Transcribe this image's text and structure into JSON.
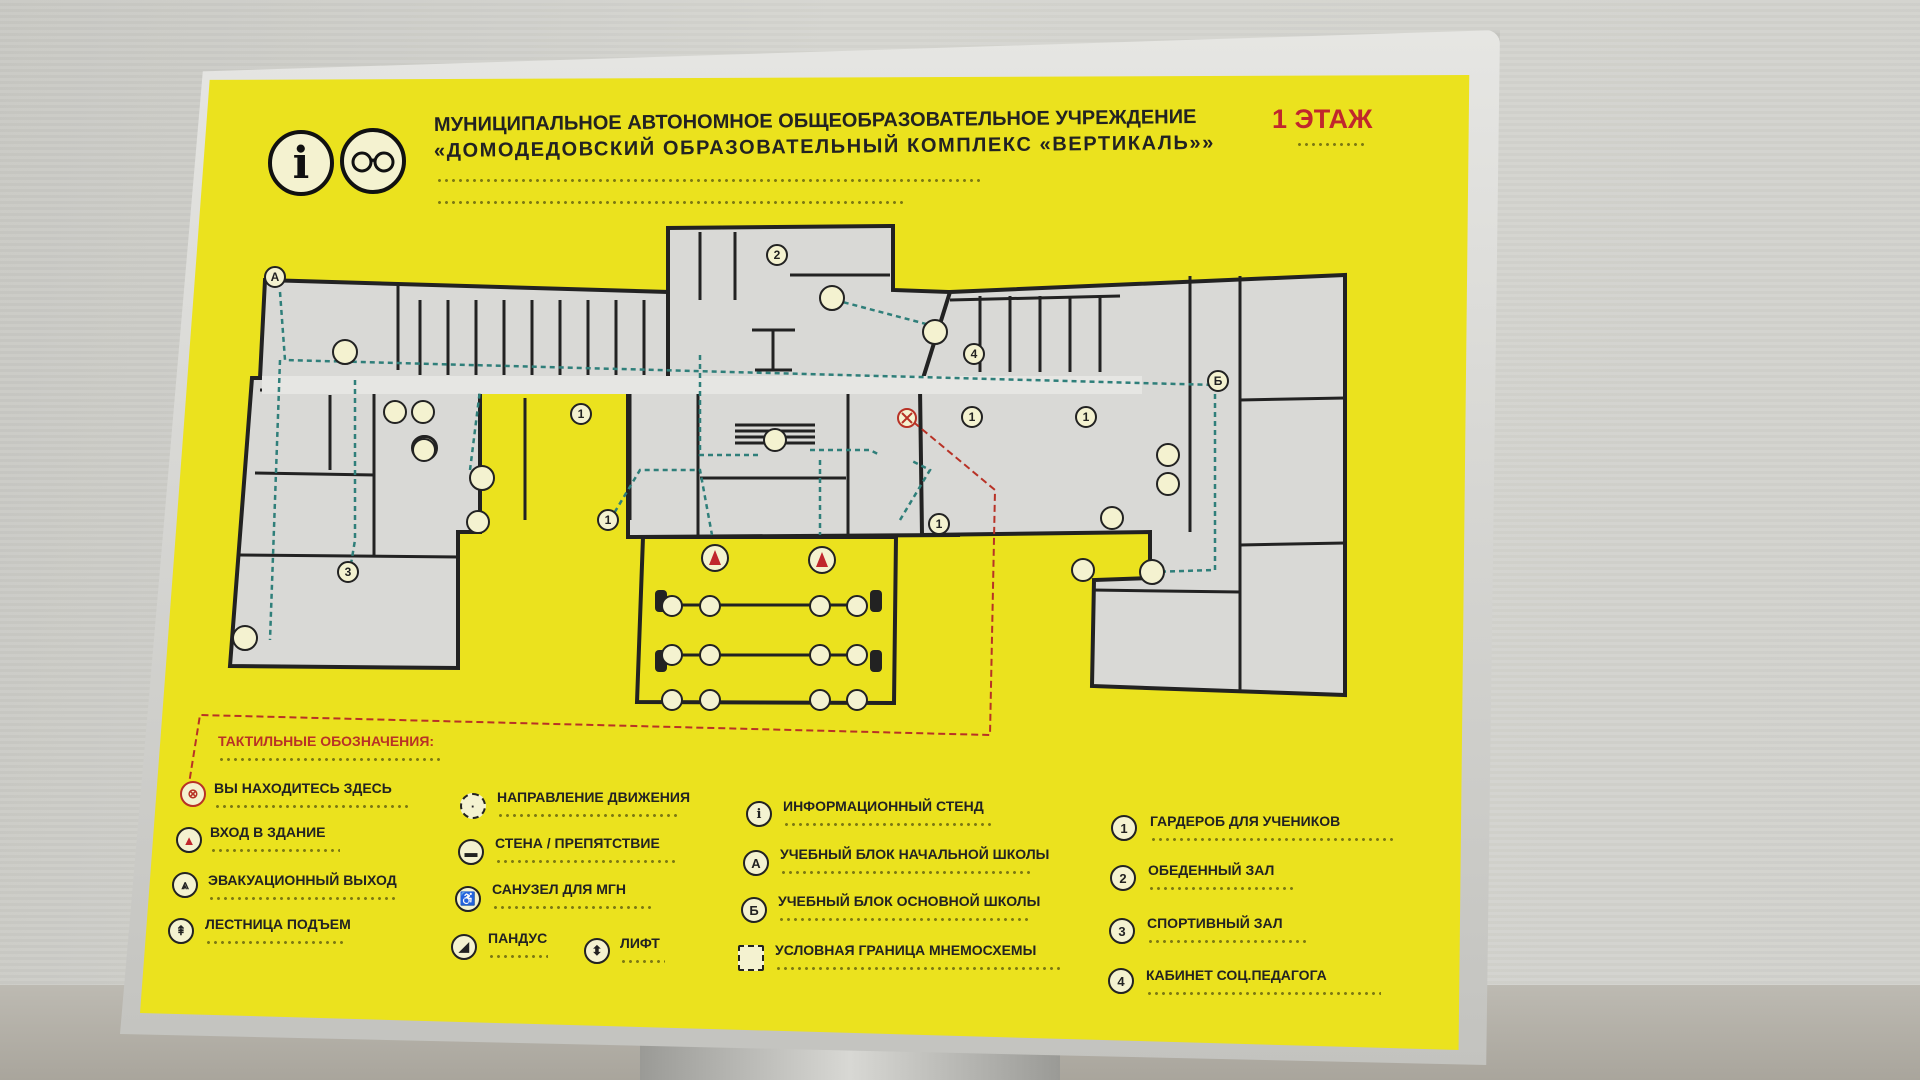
{
  "sign": {
    "title_line1": "МУНИЦИПАЛЬНОЕ АВТОНОМНОЕ ОБЩЕОБРАЗОВАТЕЛЬНОЕ УЧРЕЖДЕНИЕ",
    "title_line2": "«ДОМОДЕДОВСКИЙ ОБРАЗОВАТЕЛЬНЫЙ КОМПЛЕКС «ВЕРТИКАЛЬ»»",
    "floor": "1 ЭТАЖ",
    "info_icon": "i"
  },
  "map_markers": [
    "А",
    "Б",
    "1",
    "2",
    "3",
    "4"
  ],
  "legend": {
    "heading": "ТАКТИЛЬНЫЕ ОБОЗНАЧЕНИЯ:",
    "col1": [
      {
        "icon": "you-are-here-icon",
        "label": "ВЫ НАХОДИТЕСЬ ЗДЕСЬ"
      },
      {
        "icon": "entrance-icon",
        "label": "ВХОД В ЗДАНИЕ"
      },
      {
        "icon": "evacuation-exit-icon",
        "label": "ЭВАКУАЦИОННЫЙ ВЫХОД"
      },
      {
        "icon": "stairs-up-icon",
        "label": "ЛЕСТНИЦА ПОДЪЕМ"
      }
    ],
    "col2": [
      {
        "icon": "direction-icon",
        "label": "НАПРАВЛЕНИЕ ДВИЖЕНИЯ"
      },
      {
        "icon": "wall-icon",
        "label": "СТЕНА / ПРЕПЯТСТВИЕ"
      },
      {
        "icon": "accessible-toilet-icon",
        "label": "САНУЗЕЛ ДЛЯ МГН"
      },
      {
        "icon": "ramp-icon",
        "label": "ПАНДУС"
      },
      {
        "icon": "elevator-icon",
        "label": "ЛИФТ"
      }
    ],
    "col3": [
      {
        "icon": "info-stand-icon",
        "symbol": "i",
        "label": "ИНФОРМАЦИОННЫЙ СТЕНД"
      },
      {
        "icon": "block-a-icon",
        "symbol": "А",
        "label": "УЧЕБНЫЙ БЛОК НАЧАЛЬНОЙ ШКОЛЫ"
      },
      {
        "icon": "block-b-icon",
        "symbol": "Б",
        "label": "УЧЕБНЫЙ БЛОК ОСНОВНОЙ ШКОЛЫ"
      },
      {
        "icon": "boundary-icon",
        "label": "УСЛОВНАЯ ГРАНИЦА МНЕМОСХЕМЫ"
      }
    ],
    "col4": [
      {
        "symbol": "1",
        "label": "ГАРДЕРОБ ДЛЯ УЧЕНИКОВ"
      },
      {
        "symbol": "2",
        "label": "ОБЕДЕННЫЙ ЗАЛ"
      },
      {
        "symbol": "3",
        "label": "СПОРТИВНЫЙ ЗАЛ"
      },
      {
        "symbol": "4",
        "label": "КАБИНЕТ СОЦ.ПЕДАГОГА"
      }
    ]
  },
  "colors": {
    "sign_yellow": "#ebe21e",
    "plan_gray": "#d9d9d6",
    "wall_black": "#222222",
    "marker_red": "#c0272d"
  }
}
